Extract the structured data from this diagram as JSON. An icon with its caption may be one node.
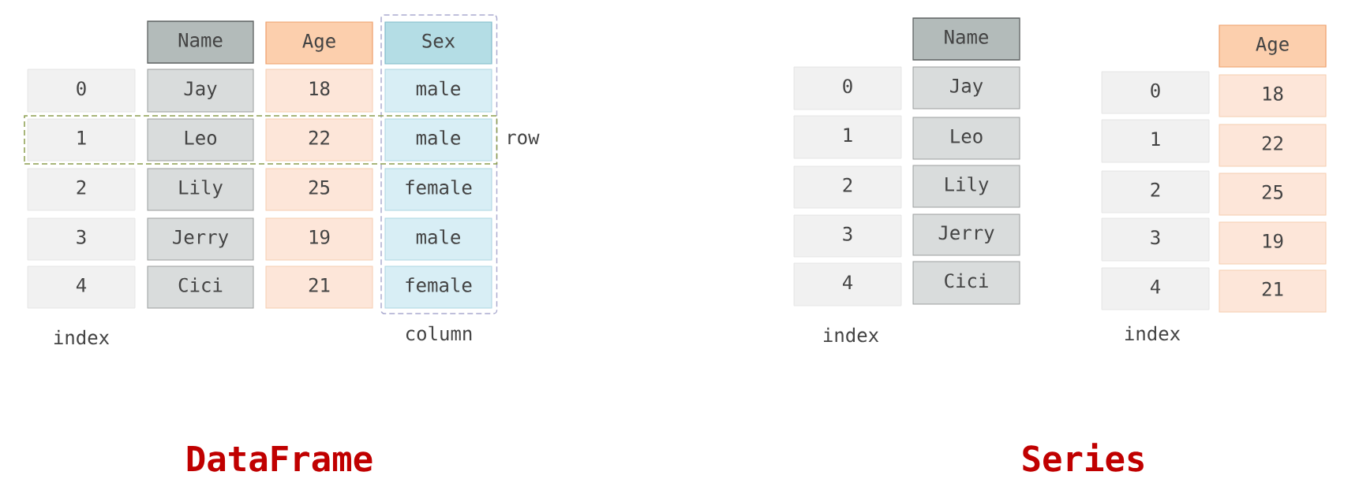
{
  "diagram": {
    "nodes": [
      {
        "text": [
          "column"
        ]
      },
      {
        "text": [
          "Name"
        ]
      },
      {
        "text": [
          "Age"
        ]
      },
      {
        "text": [
          "Sex"
        ],
        "in": 0
      },
      {
        "text": [
          "0"
        ]
      },
      {
        "text": [
          "Jay"
        ]
      },
      {
        "text": [
          "18"
        ]
      },
      {
        "text": [
          "male"
        ],
        "in": 0
      },
      {
        "text": [
          "row"
        ]
      },
      {
        "text": [
          "1"
        ],
        "in": 8
      },
      {
        "text": [
          "Leo"
        ],
        "in": 8
      },
      {
        "text": [
          "22"
        ],
        "in": 8
      },
      {
        "text": [
          "male"
        ]
      },
      {
        "text": [
          "2"
        ]
      },
      {
        "text": [
          "Lily"
        ]
      },
      {
        "text": [
          "25"
        ]
      },
      {
        "text": [
          "female"
        ],
        "in": 0
      },
      {
        "text": [
          "3"
        ]
      },
      {
        "text": [
          "Jerry"
        ]
      },
      {
        "text": [
          "19"
        ]
      },
      {
        "text": [
          "male"
        ],
        "in": 0
      },
      {
        "text": [
          "4"
        ]
      },
      {
        "text": [
          "Cici"
        ]
      },
      {
        "text": [
          "21"
        ]
      },
      {
        "text": [
          "female"
        ],
        "in": 0
      },
      {
        "text": [
          "Name"
        ]
      },
      {
        "text": [
          "0"
        ]
      },
      {
        "text": [
          "Jay"
        ]
      },
      {
        "text": [
          "1"
        ]
      },
      {
        "text": [
          "Leo"
        ]
      },
      {
        "text": [
          "2"
        ]
      },
      {
        "text": [
          "Lily"
        ]
      },
      {
        "text": [
          "3"
        ]
      },
      {
        "text": [
          "Jerry"
        ]
      },
      {
        "text": [
          "4"
        ]
      },
      {
        "text": [
          "Cici"
        ]
      },
      {
        "text": [
          "Age"
        ]
      },
      {
        "text": [
          "0"
        ]
      },
      {
        "text": [
          "18"
        ]
      },
      {
        "text": [
          "1"
        ]
      },
      {
        "text": [
          "22"
        ]
      },
      {
        "text": [
          "2"
        ]
      },
      {
        "text": [
          "25"
        ]
      },
      {
        "text": [
          "3"
        ]
      },
      {
        "text": [
          "19"
        ]
      },
      {
        "text": [
          "4"
        ]
      },
      {
        "text": [
          "21"
        ]
      }
    ],
    "labels": [
      "index",
      "index",
      "index",
      "DataFrame",
      "Series"
    ]
  }
}
